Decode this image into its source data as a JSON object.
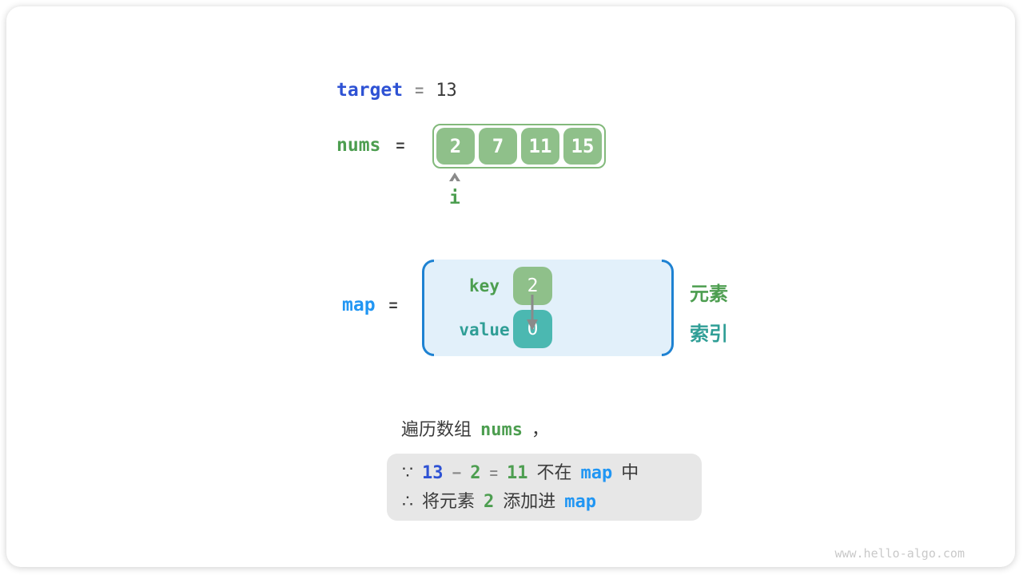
{
  "colors": {
    "indigo": "#2E52D4",
    "blue": "#2196F3",
    "bracket-blue": "#1E82D2",
    "green": "#4D9E50",
    "green-fill": "#8FC08A",
    "green-border": "#82B97B",
    "teal": "#2F9E96",
    "teal-fill": "#4BB8B1",
    "map-fill": "#E2F0FA",
    "note-fill": "#E7E7E7",
    "dark": "#3A3A3A",
    "gray": "#8A8A8A",
    "watermark": "#C9C9C9"
  },
  "target_row": {
    "label": "target",
    "equals": "=",
    "value": "13"
  },
  "nums_row": {
    "label": "nums",
    "equals": "=",
    "cells": [
      "2",
      "7",
      "11",
      "15"
    ],
    "pointer_icon": "arrow-up",
    "pointer_label": "i"
  },
  "map_row": {
    "label": "map",
    "equals": "=",
    "key_label": "key",
    "key_value": "2",
    "value_label": "value",
    "value_value": "0",
    "element_label": "元素",
    "index_label": "索引"
  },
  "caption": {
    "prefix": "遍历数组",
    "code": "nums",
    "suffix": "，"
  },
  "note": {
    "line1": {
      "because": "∵",
      "target": "13",
      "minus": "−",
      "element": "2",
      "equals": "=",
      "diff": "11",
      "not_in": "不在",
      "map": "map",
      "suffix": "中"
    },
    "line2": {
      "therefore": "∴",
      "prefix": "将元素",
      "element": "2",
      "mid": "添加进",
      "map": "map"
    }
  },
  "watermark": "www.hello-algo.com"
}
